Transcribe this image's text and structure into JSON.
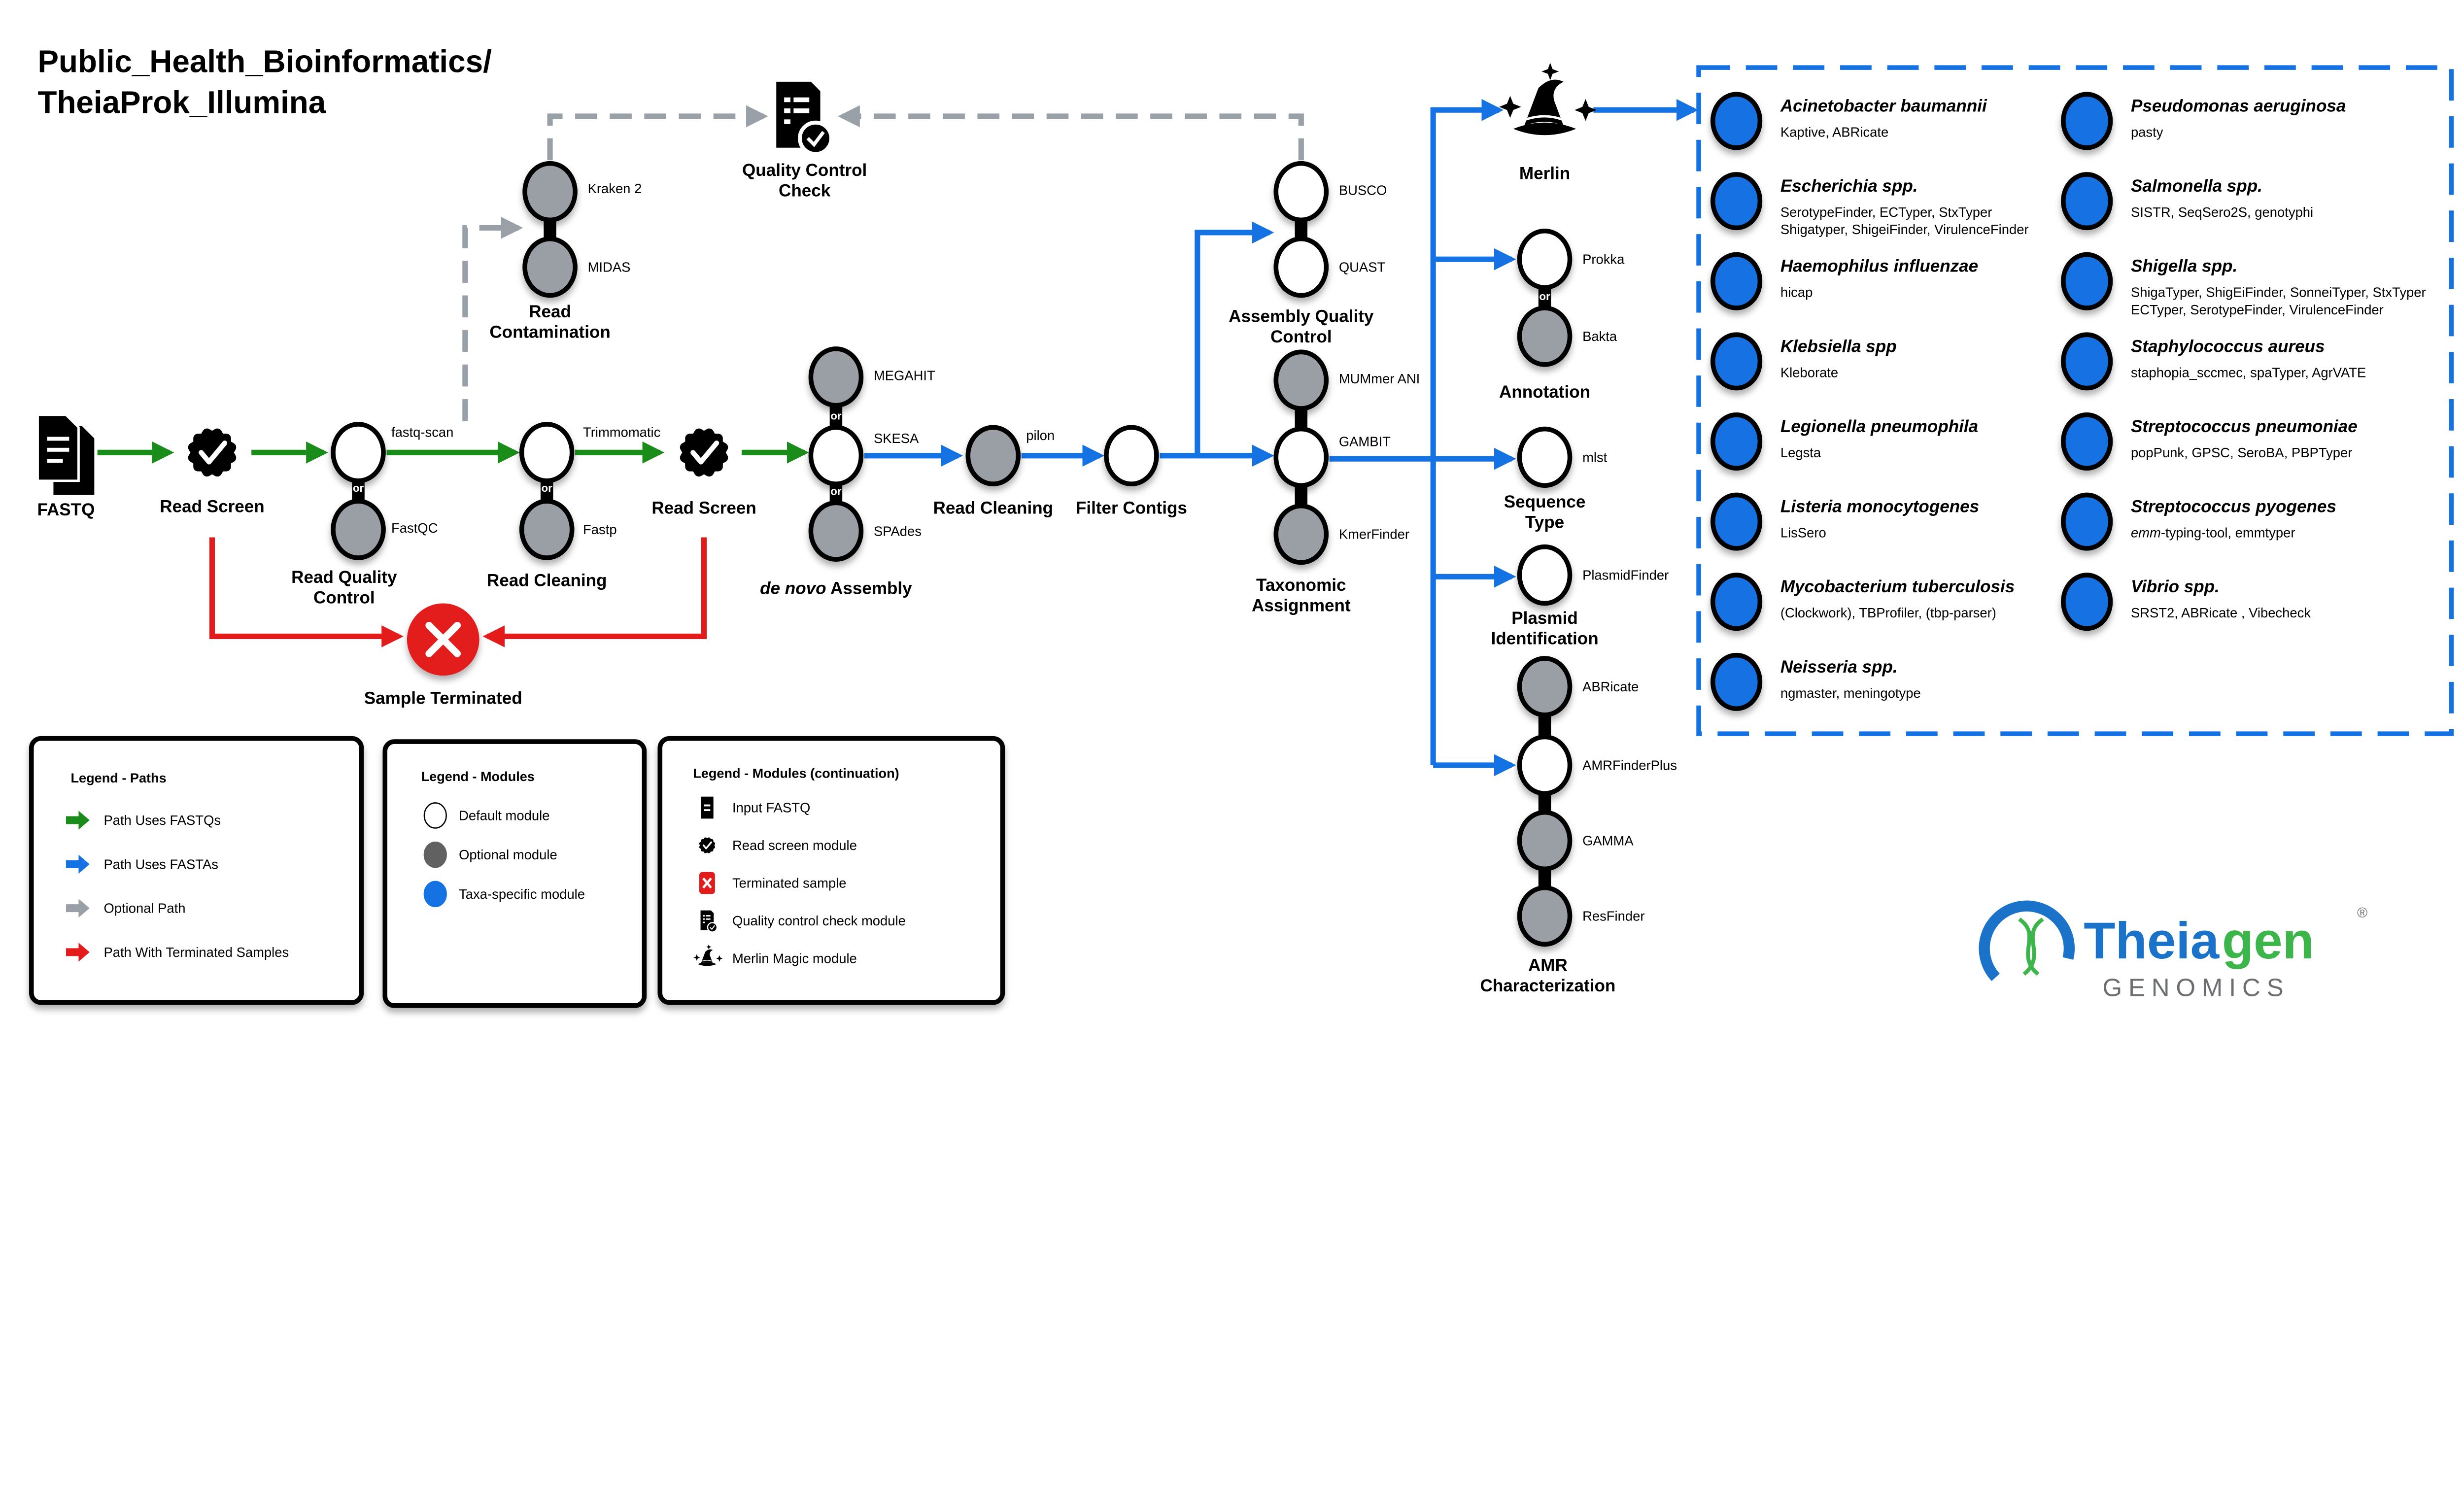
{
  "title": {
    "line1": "Public_Health_Bioinformatics/",
    "line2": "TheiaProk_Illumina"
  },
  "colors": {
    "green": "#1a8c1a",
    "blue": "#1572e3",
    "gray": "#9aa0a8",
    "red": "#e31b1b",
    "optional_fill": "#9a9ea5",
    "taxa_fill": "#1572e3",
    "logo_blue": "#1a73c9",
    "logo_green": "#3cb54a",
    "logo_gray": "#6d6e71"
  },
  "input": {
    "label": "FASTQ",
    "icon": "document-stack-icon"
  },
  "read_screen_1": {
    "label": "Read Screen",
    "icon": "badge-check-icon"
  },
  "read_qc": {
    "label_1": "Read Quality",
    "label_2": "Control",
    "default_tool": "fastq-scan",
    "optional_tool": "FastQC",
    "or": "or"
  },
  "read_contamination": {
    "label_1": "Read",
    "label_2": "Contamination",
    "tool_1": "Kraken 2",
    "tool_2": "MIDAS"
  },
  "qc_check": {
    "label_1": "Quality Control",
    "label_2": "Check",
    "icon": "document-check-icon"
  },
  "read_cleaning": {
    "label": "Read Cleaning",
    "default_tool": "Trimmomatic",
    "optional_tool": "Fastp",
    "or": "or"
  },
  "read_screen_2": {
    "label": "Read Screen",
    "icon": "badge-check-icon"
  },
  "assembly": {
    "label_italic": "de novo",
    "label_rest": " Assembly",
    "tool_1": "MEGAHIT",
    "tool_2": "SKESA",
    "tool_3": "SPAdes",
    "or": "or"
  },
  "read_cleaning_2": {
    "label": "Read Cleaning",
    "tool": "pilon"
  },
  "filter_contigs": {
    "label": "Filter Contigs"
  },
  "assembly_qc": {
    "label_1": "Assembly Quality",
    "label_2": "Control",
    "tool_1": "BUSCO",
    "tool_2": "QUAST"
  },
  "taxonomic": {
    "label_1": "Taxonomic",
    "label_2": "Assignment",
    "tool_1": "MUMmer ANI",
    "tool_2": "GAMBIT",
    "tool_3": "KmerFinder"
  },
  "merlin": {
    "label": "Merlin",
    "icon": "wizard-hat-icon"
  },
  "annotation": {
    "label": "Annotation",
    "tool_1": "Prokka",
    "tool_2": "Bakta",
    "or": "or"
  },
  "sequence_type": {
    "label_1": "Sequence",
    "label_2": "Type",
    "tool": "mlst"
  },
  "plasmid": {
    "label_1": "Plasmid",
    "label_2": "Identification",
    "tool": "PlasmidFinder"
  },
  "amr": {
    "label_1": "AMR",
    "label_2": "Characterization",
    "tool_1": "ABRicate",
    "tool_2": "AMRFinderPlus",
    "tool_3": "GAMMA",
    "tool_4": "ResFinder"
  },
  "terminated": {
    "label": "Sample Terminated",
    "icon": "x-circle-icon"
  },
  "taxa": {
    "left": [
      {
        "name": "Acinetobacter baumannii",
        "tools": [
          "Kaptive, ABRicate"
        ]
      },
      {
        "name": "Escherichia spp.",
        "tools": [
          "SerotypeFinder, ECTyper, StxTyper",
          "Shigatyper, ShigeiFinder, VirulenceFinder"
        ]
      },
      {
        "name": "Haemophilus influenzae",
        "tools": [
          "hicap"
        ]
      },
      {
        "name": "Klebsiella spp",
        "tools": [
          "Kleborate"
        ]
      },
      {
        "name": "Legionella pneumophila",
        "tools": [
          "Legsta"
        ]
      },
      {
        "name": "Listeria monocytogenes",
        "tools": [
          "LisSero"
        ]
      },
      {
        "name": "Mycobacterium tuberculosis",
        "tools": [
          "(Clockwork), TBProfiler, (tbp-parser)"
        ]
      },
      {
        "name": "Neisseria spp.",
        "tools": [
          "ngmaster, meningotype"
        ]
      }
    ],
    "right": [
      {
        "name": "Pseudomonas aeruginosa",
        "tools": [
          "pasty"
        ]
      },
      {
        "name": "Salmonella spp.",
        "tools": [
          "SISTR, SeqSero2S, genotyphi"
        ]
      },
      {
        "name": "Shigella spp.",
        "tools": [
          "ShigaTyper, ShigEiFinder, SonneiTyper, StxTyper",
          "ECTyper, SerotypeFinder, VirulenceFinder"
        ]
      },
      {
        "name": "Staphylococcus aureus",
        "tools": [
          "staphopia_sccmec, spaTyper, AgrVATE"
        ]
      },
      {
        "name": "Streptococcus pneumoniae",
        "tools": [
          "popPunk, GPSC, SeroBA, PBPTyper"
        ]
      },
      {
        "name": "Streptococcus pyogenes",
        "tools": [
          "emm-typing-tool, emmtyper"
        ]
      },
      {
        "name": "Vibrio spp.",
        "tools": [
          "SRST2, ABRicate , Vibecheck"
        ]
      }
    ]
  },
  "legend_paths": {
    "title": "Legend - Paths",
    "items": [
      {
        "label": "Path Uses FASTQs",
        "color": "#1a8c1a"
      },
      {
        "label": "Path Uses FASTAs",
        "color": "#1572e3"
      },
      {
        "label": "Optional Path",
        "color": "#9aa0a8"
      },
      {
        "label": "Path With Terminated Samples",
        "color": "#e31b1b"
      }
    ]
  },
  "legend_modules": {
    "title": "Legend - Modules",
    "items": [
      {
        "label": "Default module",
        "fill": "#ffffff"
      },
      {
        "label": "Optional module",
        "fill": "#616161"
      },
      {
        "label": "Taxa-specific module",
        "fill": "#1572e3"
      }
    ]
  },
  "legend_modules_cont": {
    "title": "Legend - Modules (continuation)",
    "items": [
      {
        "label": "Input FASTQ",
        "icon": "document-icon"
      },
      {
        "label": "Read screen module",
        "icon": "badge-check-icon"
      },
      {
        "label": "Terminated sample",
        "icon": "x-square-icon"
      },
      {
        "label": "Quality control check module",
        "icon": "document-check-icon"
      },
      {
        "label": "Merlin Magic module",
        "icon": "wizard-hat-icon"
      }
    ]
  },
  "logo": {
    "text_1": "Theia",
    "text_2": "gen",
    "subtitle": "GENOMICS",
    "registered": "®"
  }
}
